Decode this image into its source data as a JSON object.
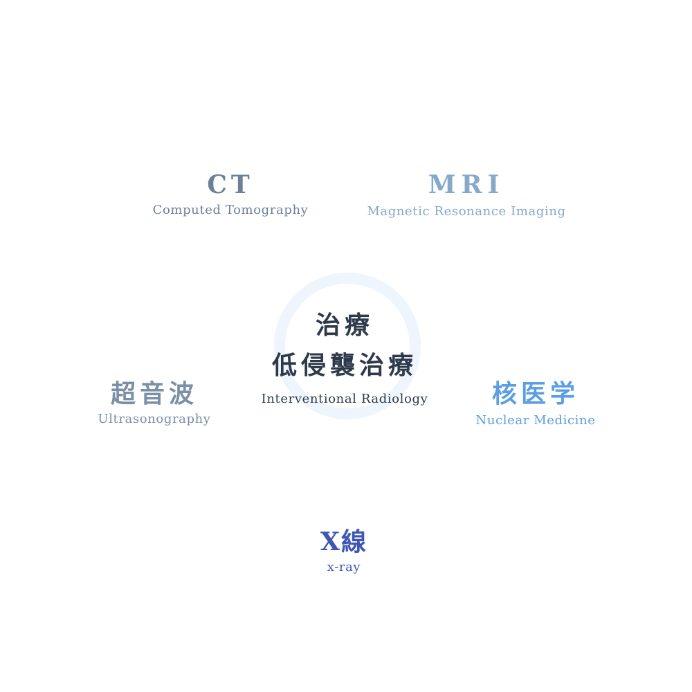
{
  "colors": {
    "ct": "#6c8199",
    "mri": "#86a8c9",
    "ultrasound": "#7b8fa6",
    "nuclear": "#5b9ee2",
    "xray": "#3f56b5",
    "center": "#2e3a4b",
    "ring": "#eff5fc"
  },
  "center": {
    "kicker": "治療",
    "title": "低侵襲治療",
    "subtitle": "Interventional Radiology"
  },
  "nodes": {
    "ct": {
      "title": "CT",
      "subtitle": "Computed Tomography"
    },
    "mri": {
      "title": "MRI",
      "subtitle": "Magnetic Resonance Imaging"
    },
    "ultrasound": {
      "title": "超音波",
      "subtitle": "Ultrasonography"
    },
    "nuclear": {
      "title": "核医学",
      "subtitle": "Nuclear Medicine"
    },
    "xray": {
      "title": "X線",
      "subtitle": "x-ray"
    }
  }
}
